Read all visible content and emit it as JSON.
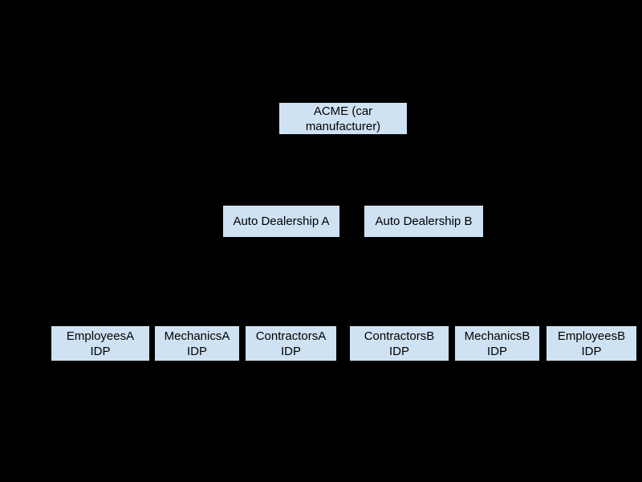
{
  "diagram": {
    "colors": {
      "background": "#000000",
      "node_fill": "#cfe2f3",
      "node_border": "#000000",
      "node_text": "#000000"
    },
    "nodes": {
      "acme": {
        "label": "ACME (car manufacturer)",
        "lines": [
          "ACME (car",
          "manufacturer)"
        ]
      },
      "dealership_a": {
        "label": "Auto Dealership A",
        "lines": [
          "Auto Dealership A"
        ]
      },
      "dealership_b": {
        "label": "Auto Dealership B",
        "lines": [
          "Auto Dealership B"
        ]
      },
      "employees_a": {
        "label": "EmployeesA IDP",
        "lines": [
          "EmployeesA",
          "IDP"
        ]
      },
      "mechanics_a": {
        "label": "MechanicsA IDP",
        "lines": [
          "MechanicsA",
          "IDP"
        ]
      },
      "contractors_a": {
        "label": "ContractorsA IDP",
        "lines": [
          "ContractorsA",
          "IDP"
        ]
      },
      "contractors_b": {
        "label": "ContractorsB IDP",
        "lines": [
          "ContractorsB",
          "IDP"
        ]
      },
      "mechanics_b": {
        "label": "MechanicsB IDP",
        "lines": [
          "MechanicsB",
          "IDP"
        ]
      },
      "employees_b": {
        "label": "EmployeesB IDP",
        "lines": [
          "EmployeesB",
          "IDP"
        ]
      }
    },
    "rows": [
      [
        "ACME (car manufacturer)"
      ],
      [
        "Auto Dealership A",
        "Auto Dealership B"
      ],
      [
        "EmployeesA IDP",
        "MechanicsA IDP",
        "ContractorsA IDP",
        "ContractorsB IDP",
        "MechanicsB IDP",
        "EmployeesB IDP"
      ]
    ]
  }
}
